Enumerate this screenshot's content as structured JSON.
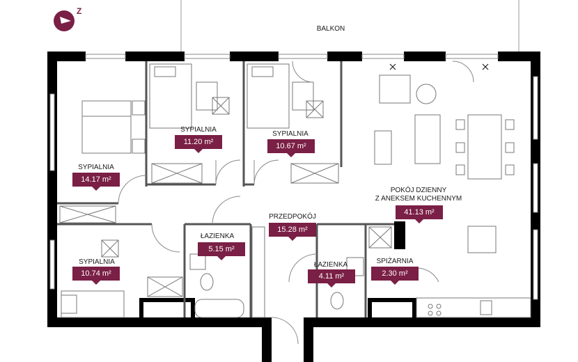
{
  "balcony_label": "BALKON",
  "compass_letter": "Z",
  "accent_color": "#7a1f45",
  "wall_color": "#000000",
  "rooms": [
    {
      "name": "SYPIALNIA",
      "area": "11.20 m²"
    },
    {
      "name": "SYPIALNIA",
      "area": "10.67 m²"
    },
    {
      "name": "SYPIALNIA",
      "area": "14.17 m²"
    },
    {
      "name": "POKÓJ DZIENNY\nZ ANEKSEM KUCHENNYM",
      "area": "41.13 m²"
    },
    {
      "name": "PRZEDPOKÓJ",
      "area": "15.28 m²"
    },
    {
      "name": "ŁAZIENKA",
      "area": "5.15 m²"
    },
    {
      "name": "SYPIALNIA",
      "area": "10.74 m²"
    },
    {
      "name": "ŁAZIENKA",
      "area": "4.11 m²"
    },
    {
      "name": "SPIŻARNIA",
      "area": "2.30 m²"
    }
  ]
}
